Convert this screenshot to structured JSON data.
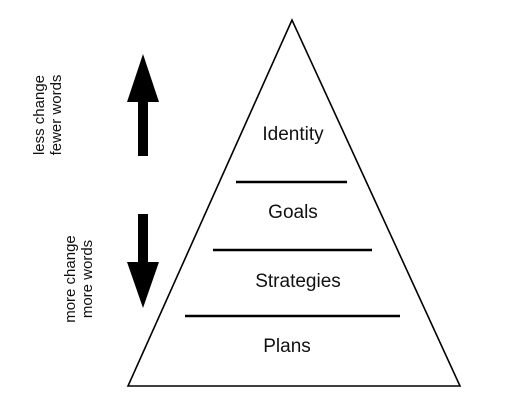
{
  "diagram": {
    "levels": [
      {
        "label": "Identity"
      },
      {
        "label": "Goals"
      },
      {
        "label": "Strategies"
      },
      {
        "label": "Plans"
      }
    ],
    "top_annotation": {
      "lines": [
        "less change",
        "fewer words"
      ],
      "arrow_direction": "up"
    },
    "bottom_annotation": {
      "lines": [
        "more change",
        "more words"
      ],
      "arrow_direction": "down"
    },
    "colors": {
      "stroke": "#000000",
      "text": "#111111",
      "background": "#ffffff"
    }
  }
}
